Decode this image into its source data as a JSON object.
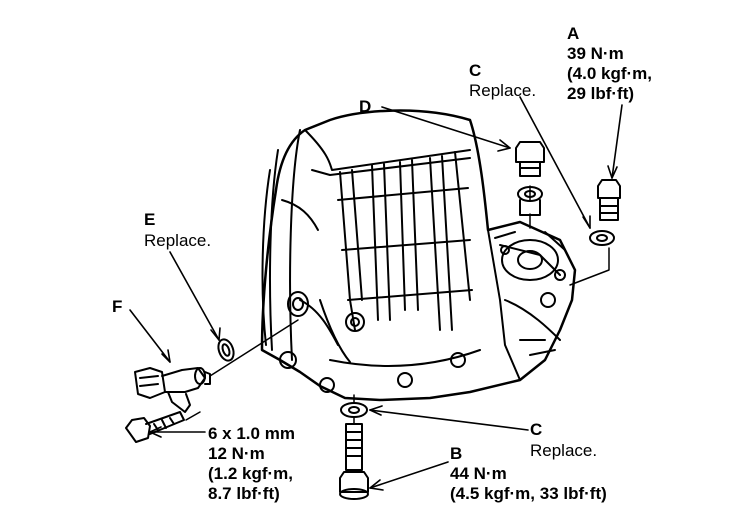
{
  "callouts": {
    "a": {
      "letter": "A",
      "line1": "39 N·m",
      "line2": "(4.0 kgf·m,",
      "line3": "29 lbf·ft)"
    },
    "c_top": {
      "letter": "C",
      "note": "Replace."
    },
    "d": {
      "letter": "D"
    },
    "e": {
      "letter": "E",
      "note": "Replace."
    },
    "f": {
      "letter": "F"
    },
    "bolt_spec": {
      "line1": "6 x 1.0 mm",
      "line2": "12 N·m",
      "line3": "(1.2 kgf·m,",
      "line4": "8.7 lbf·ft)"
    },
    "c_bottom": {
      "letter": "C",
      "note": "Replace."
    },
    "b": {
      "letter": "B",
      "line1": "44 N·m",
      "line2": "(4.5 kgf·m, 33 lbf·ft)"
    }
  },
  "colors": {
    "ink": "#000000",
    "paper": "#ffffff"
  }
}
